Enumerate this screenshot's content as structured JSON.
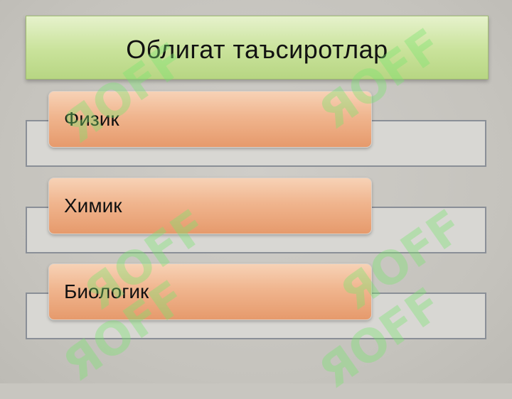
{
  "slide": {
    "title": "Облигат таъсиротлар",
    "items": [
      {
        "label": "Физик"
      },
      {
        "label": "Химик"
      },
      {
        "label": "Биологик"
      }
    ]
  },
  "watermark": {
    "text": "ЯOFF",
    "color": "#78e66e"
  },
  "colors": {
    "title_bar": "#c9e29a",
    "pill": "#f0b58e",
    "frame_border": "#8a8f97",
    "background": "#c8c6c0"
  }
}
